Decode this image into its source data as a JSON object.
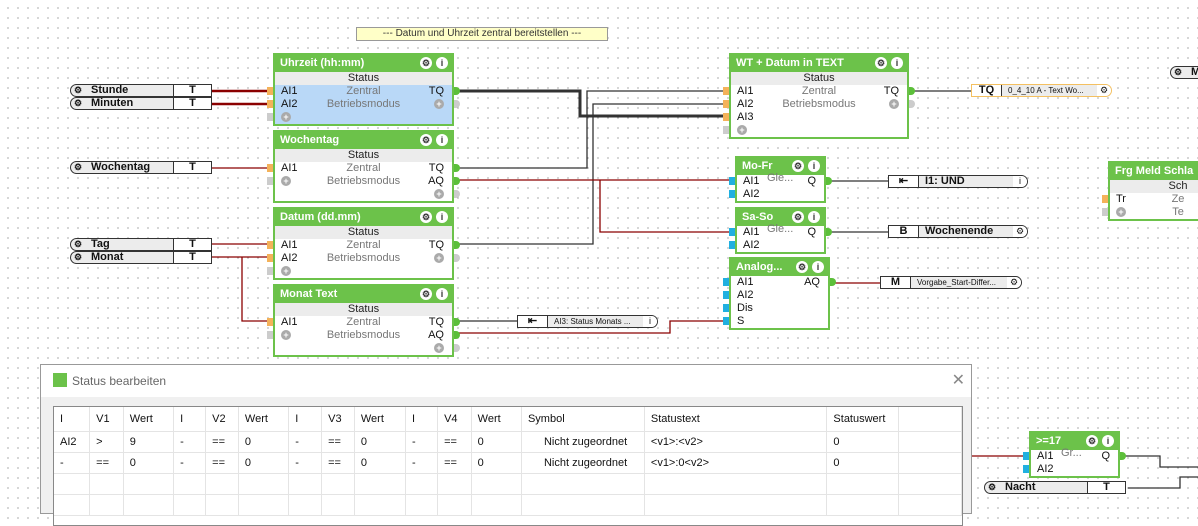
{
  "comment": "--- Datum und Uhrzeit zentral bereitstellen ---",
  "input_tags": [
    {
      "name": "Stunde",
      "type": "T"
    },
    {
      "name": "Minuten",
      "type": "T"
    },
    {
      "name": "Wochentag",
      "type": "T"
    },
    {
      "name": "Tag",
      "type": "T"
    },
    {
      "name": "Monat",
      "type": "T"
    },
    {
      "name": "M",
      "type": ""
    },
    {
      "name": "Nacht",
      "type": "T"
    }
  ],
  "blocks": [
    {
      "title": "Uhrzeit (hh:mm)",
      "status": "Status",
      "selected": true,
      "rows": [
        [
          "AI1",
          "Zentral",
          "TQ"
        ],
        [
          "AI2",
          "Betriebsmodus",
          "+"
        ],
        [
          "+",
          "",
          ""
        ]
      ]
    },
    {
      "title": "Wochentag",
      "status": "Status",
      "rows": [
        [
          "AI1",
          "Zentral",
          "TQ"
        ],
        [
          "+",
          "Betriebsmodus",
          "AQ"
        ],
        [
          "",
          "",
          "+"
        ]
      ]
    },
    {
      "title": "Datum (dd.mm)",
      "status": "Status",
      "rows": [
        [
          "AI1",
          "Zentral",
          "TQ"
        ],
        [
          "AI2",
          "Betriebsmodus",
          "+"
        ],
        [
          "+",
          "",
          ""
        ]
      ]
    },
    {
      "title": "Monat Text",
      "status": "Status",
      "rows": [
        [
          "AI1",
          "Zentral",
          "TQ"
        ],
        [
          "+",
          "Betriebsmodus",
          "AQ"
        ],
        [
          "",
          "",
          "+"
        ]
      ]
    },
    {
      "title": "WT + Datum in TEXT",
      "status": "Status",
      "rows": [
        [
          "AI1",
          "Zentral",
          "TQ"
        ],
        [
          "AI2",
          "Betriebsmodus",
          "+"
        ],
        [
          "AI3",
          "",
          ""
        ],
        [
          "+",
          "",
          ""
        ]
      ]
    },
    {
      "title": "Mo-Fr",
      "rows": [
        [
          "AI1",
          "Gle...",
          "Q"
        ],
        [
          "AI2",
          "",
          ""
        ]
      ]
    },
    {
      "title": "Sa-So",
      "rows": [
        [
          "AI1",
          "Gle...",
          "Q"
        ],
        [
          "AI2",
          "",
          ""
        ]
      ]
    },
    {
      "title": "Analog...",
      "rows": [
        [
          "AI1",
          "",
          "AQ"
        ],
        [
          "AI2",
          "",
          ""
        ],
        [
          "Dis",
          "",
          ""
        ],
        [
          "S",
          "",
          ""
        ]
      ]
    },
    {
      "title": "Frg Meld Schla",
      "status": "Sch",
      "rows": [
        [
          "Tr",
          "Ze",
          ""
        ],
        [
          "+",
          "Te",
          ""
        ]
      ]
    },
    {
      "title": ">=17",
      "rows": [
        [
          "AI1",
          "Gr...",
          "Q"
        ],
        [
          "AI2",
          "",
          ""
        ]
      ]
    }
  ],
  "output_tags": [
    {
      "type": "TQ",
      "name": "0_4_10 A - Text Wo..."
    },
    {
      "type": "",
      "name": "I1: UND",
      "icon": "exit-icon"
    },
    {
      "type": "B",
      "name": "Wochenende"
    },
    {
      "type": "M",
      "name": "Vorgabe_Start-Differ..."
    },
    {
      "type": "",
      "name": "AI3:  Status  Monats ...",
      "icon": "exit-icon"
    }
  ],
  "dialog": {
    "title": "Status bearbeiten",
    "columns": [
      "I",
      "V1",
      "Wert",
      "I",
      "V2",
      "Wert",
      "I",
      "V3",
      "Wert",
      "I",
      "V4",
      "Wert",
      "Symbol",
      "Statustext",
      "Statuswert"
    ],
    "rows": [
      [
        "AI2",
        ">",
        "9",
        "-",
        "==",
        "0",
        "-",
        "==",
        "0",
        "-",
        "==",
        "0",
        "Nicht zugeordnet",
        "<v1>:<v2>",
        "0"
      ],
      [
        "-",
        "==",
        "0",
        "-",
        "==",
        "0",
        "-",
        "==",
        "0",
        "-",
        "==",
        "0",
        "Nicht zugeordnet",
        "<v1>:0<v2>",
        "0"
      ]
    ]
  },
  "colors": {
    "block_green": "#6cc24a",
    "wire_red": "#8b0000",
    "wire_dark": "#333333",
    "selected_blue": "#b9d8f7",
    "comment_yellow": "#ffffc8"
  }
}
